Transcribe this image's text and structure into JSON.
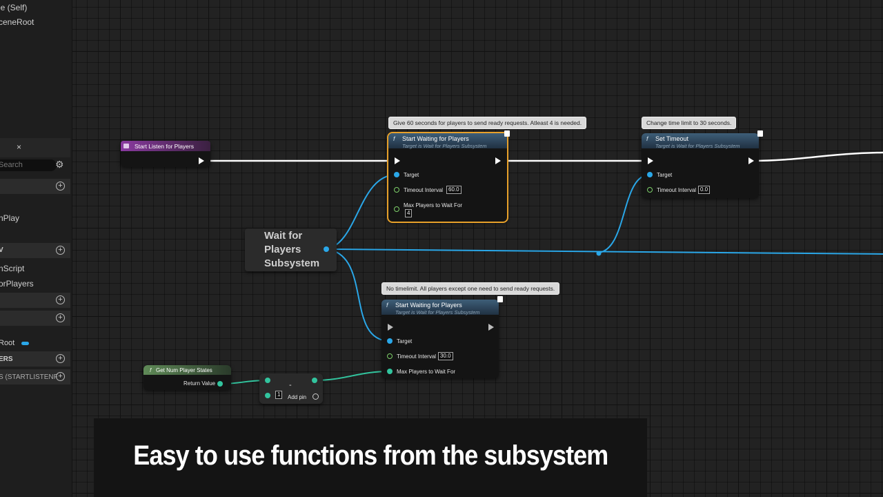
{
  "sidebar": {
    "self_label": "le (Self)",
    "scene_root": "ceneRoot",
    "close_glyph": "×",
    "search_placeholder": "Search",
    "begin_play": "nPlay",
    "section_v": "V",
    "construction": "nScript",
    "for_players": "orPlayers",
    "root_var": "Root",
    "dispatchers": "ERS",
    "dispatcher_item": "S (STARTLISTENF"
  },
  "nodes": {
    "start_listen": {
      "title": "Start Listen for Players"
    },
    "start_waiting_1": {
      "title": "Start Waiting for Players",
      "subtitle": "Target is Wait for Players Subsystem",
      "target": "Target",
      "timeout_label": "Timeout Interval",
      "timeout_value": "60.0",
      "max_label": "Max Players to Wait For",
      "max_value": "4"
    },
    "set_timeout": {
      "title": "Set Timeout",
      "subtitle": "Target is Wait for Players Subsystem",
      "target": "Target",
      "timeout_label": "Timeout Interval",
      "timeout_value": "0.0"
    },
    "subsystem": {
      "label": "Wait for Players Subsystem"
    },
    "start_waiting_2": {
      "title": "Start Waiting for Players",
      "subtitle": "Target is Wait for Players Subsystem",
      "target": "Target",
      "timeout_label": "Timeout Interval",
      "timeout_value": "30.0",
      "max_label": "Max Players to Wait For"
    },
    "get_num": {
      "title": "Get Num Player States",
      "return_label": "Return Value"
    },
    "subtract": {
      "op": "-",
      "value": "1",
      "add_pin": "Add pin"
    }
  },
  "comments": {
    "c1": "Give 60 seconds for players to send ready requests. Atleast 4 is needed.",
    "c2": "Change time limit to 30 seconds.",
    "c3": "No timelimit. All players except one need to send ready requests."
  },
  "icons": {
    "function": "f",
    "add": "+",
    "settings": "⚙"
  },
  "caption": "Easy to use functions from the subsystem",
  "colors": {
    "exec": "#ffffff",
    "object_pin": "#2aa7e8",
    "float_pin": "#7ed06a",
    "int_pin": "#32c49e",
    "selection": "#e8a12a",
    "event_header": "#8a3aa0"
  }
}
